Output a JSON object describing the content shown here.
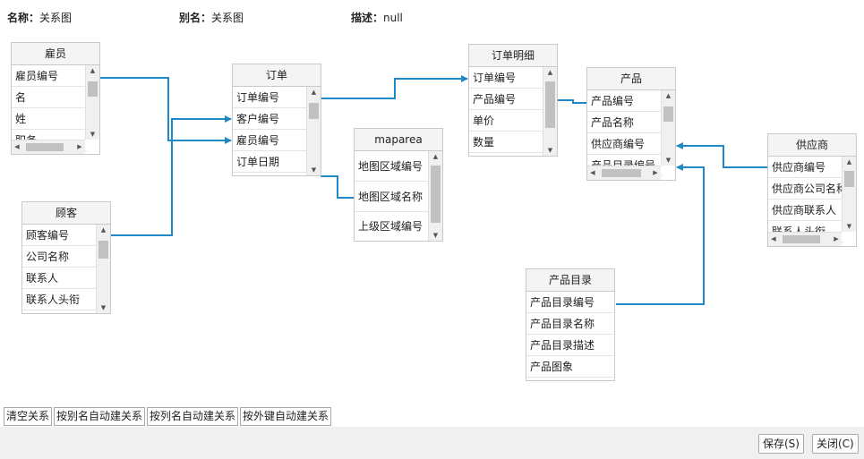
{
  "header": {
    "name_label": "名称：",
    "name_value": "关系图",
    "alias_label": "别名：",
    "alias_value": "关系图",
    "desc_label": "描述：",
    "desc_value": "null"
  },
  "tables": {
    "employee": {
      "title": "雇员",
      "rows": [
        "雇员编号",
        "名",
        "姓",
        "职务"
      ]
    },
    "orders": {
      "title": "订单",
      "rows": [
        "订单编号",
        "客户编号",
        "雇员编号",
        "订单日期"
      ]
    },
    "customer": {
      "title": "顾客",
      "rows": [
        "顾客编号",
        "公司名称",
        "联系人",
        "联系人头衔"
      ]
    },
    "maparea": {
      "title": "maparea",
      "rows": [
        "地图区域编号",
        "地图区域名称",
        "上级区域编号"
      ]
    },
    "order_detail": {
      "title": "订单明细",
      "rows": [
        "订单编号",
        "产品编号",
        "单价",
        "数量"
      ]
    },
    "product": {
      "title": "产品",
      "rows": [
        "产品编号",
        "产品名称",
        "供应商编号",
        "产品目录编号"
      ]
    },
    "supplier": {
      "title": "供应商",
      "rows": [
        "供应商编号",
        "供应商公司名称",
        "供应商联系人",
        "联系人头衔"
      ]
    },
    "category": {
      "title": "产品目录",
      "rows": [
        "产品目录编号",
        "产品目录名称",
        "产品目录描述",
        "产品图象"
      ]
    }
  },
  "actions": {
    "clear": "清空关系",
    "by_alias": "按别名自动建关系",
    "by_column": "按列名自动建关系",
    "by_fk": "按外键自动建关系"
  },
  "footer": {
    "save": "保存(S)",
    "close": "关闭(C)"
  },
  "colors": {
    "link": "#1e88c8",
    "title_bg": "#f4f4f4",
    "border": "#c9c9c9"
  }
}
